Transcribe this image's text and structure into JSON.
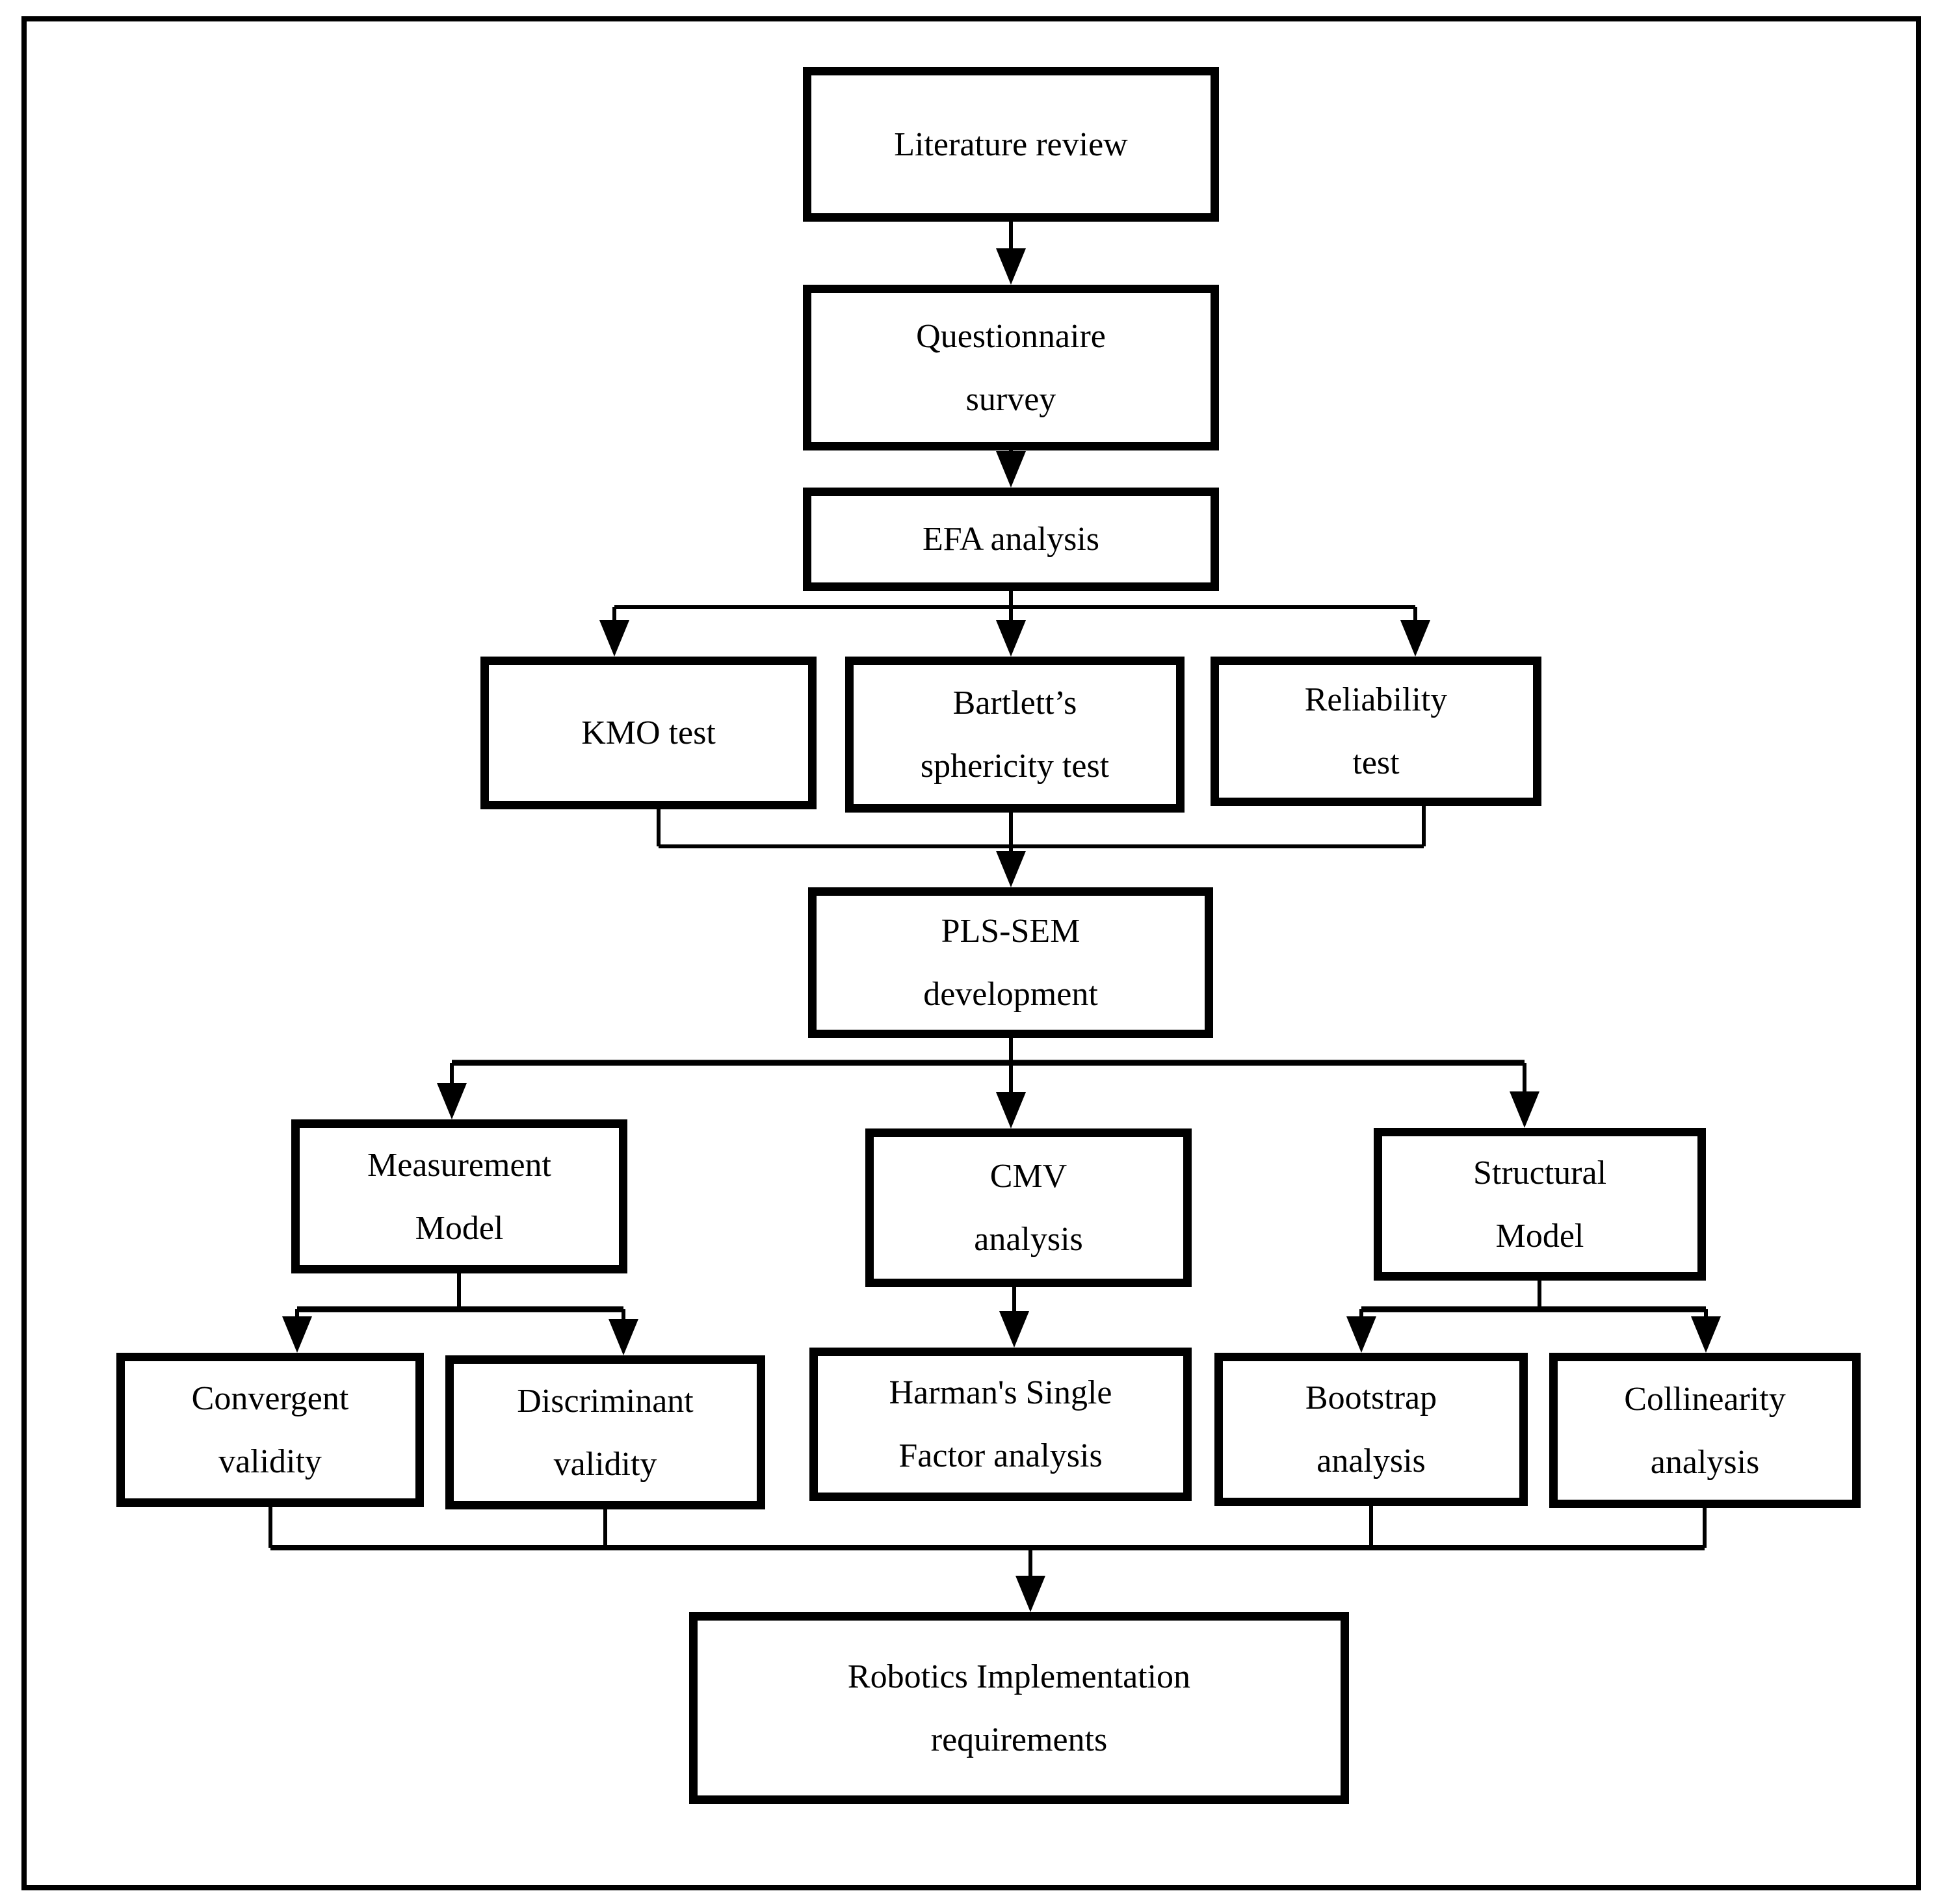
{
  "diagram": {
    "type": "flowchart",
    "colors": {
      "background": "#ffffff",
      "box_fill": "#ffffff",
      "box_border": "#000000",
      "line": "#000000",
      "text": "#000000"
    },
    "nodes": {
      "literature_review": {
        "label": "Literature review",
        "lines": [
          "Literature review"
        ]
      },
      "questionnaire_survey": {
        "label": "Questionnaire survey",
        "lines": [
          "Questionnaire",
          "survey"
        ]
      },
      "efa_analysis": {
        "label": "EFA analysis",
        "lines": [
          "EFA analysis"
        ]
      },
      "kmo_test": {
        "label": "KMO test",
        "lines": [
          "KMO test"
        ]
      },
      "bartletts_sphericity_test": {
        "label": "Bartlett’s sphericity test",
        "lines": [
          "Bartlett’s",
          "sphericity test"
        ]
      },
      "reliability_test": {
        "label": "Reliability test",
        "lines": [
          "Reliability",
          "test"
        ]
      },
      "pls_sem_development": {
        "label": "PLS-SEM development",
        "lines": [
          "PLS-SEM",
          "development"
        ]
      },
      "measurement_model": {
        "label": "Measurement Model",
        "lines": [
          "Measurement",
          "Model"
        ]
      },
      "cmv_analysis": {
        "label": "CMV analysis",
        "lines": [
          "CMV",
          "analysis"
        ]
      },
      "structural_model": {
        "label": "Structural Model",
        "lines": [
          "Structural",
          "Model"
        ]
      },
      "convergent_validity": {
        "label": "Convergent validity",
        "lines": [
          "Convergent",
          "validity"
        ]
      },
      "discriminant_validity": {
        "label": "Discriminant validity",
        "lines": [
          "Discriminant",
          "validity"
        ]
      },
      "harmans_single_factor": {
        "label": "Harman's Single Factor analysis",
        "lines": [
          "Harman's Single",
          "Factor analysis"
        ]
      },
      "bootstrap_analysis": {
        "label": "Bootstrap analysis",
        "lines": [
          "Bootstrap",
          "analysis"
        ]
      },
      "collinearity_analysis": {
        "label": "Collinearity analysis",
        "lines": [
          "Collinearity",
          "analysis"
        ]
      },
      "robotics_requirements": {
        "label": "Robotics Implementation requirements",
        "lines": [
          "Robotics Implementation",
          "requirements"
        ]
      }
    },
    "edges": [
      {
        "from": "literature_review",
        "to": "questionnaire_survey"
      },
      {
        "from": "questionnaire_survey",
        "to": "efa_analysis"
      },
      {
        "from": "efa_analysis",
        "to": "kmo_test"
      },
      {
        "from": "efa_analysis",
        "to": "bartletts_sphericity_test"
      },
      {
        "from": "efa_analysis",
        "to": "reliability_test"
      },
      {
        "from": "kmo_test",
        "to": "pls_sem_development"
      },
      {
        "from": "bartletts_sphericity_test",
        "to": "pls_sem_development"
      },
      {
        "from": "reliability_test",
        "to": "pls_sem_development"
      },
      {
        "from": "pls_sem_development",
        "to": "measurement_model"
      },
      {
        "from": "pls_sem_development",
        "to": "cmv_analysis"
      },
      {
        "from": "pls_sem_development",
        "to": "structural_model"
      },
      {
        "from": "measurement_model",
        "to": "convergent_validity"
      },
      {
        "from": "measurement_model",
        "to": "discriminant_validity"
      },
      {
        "from": "cmv_analysis",
        "to": "harmans_single_factor"
      },
      {
        "from": "structural_model",
        "to": "bootstrap_analysis"
      },
      {
        "from": "structural_model",
        "to": "collinearity_analysis"
      },
      {
        "from": "convergent_validity",
        "to": "robotics_requirements"
      },
      {
        "from": "discriminant_validity",
        "to": "robotics_requirements"
      },
      {
        "from": "bootstrap_analysis",
        "to": "robotics_requirements"
      },
      {
        "from": "collinearity_analysis",
        "to": "robotics_requirements"
      }
    ]
  }
}
